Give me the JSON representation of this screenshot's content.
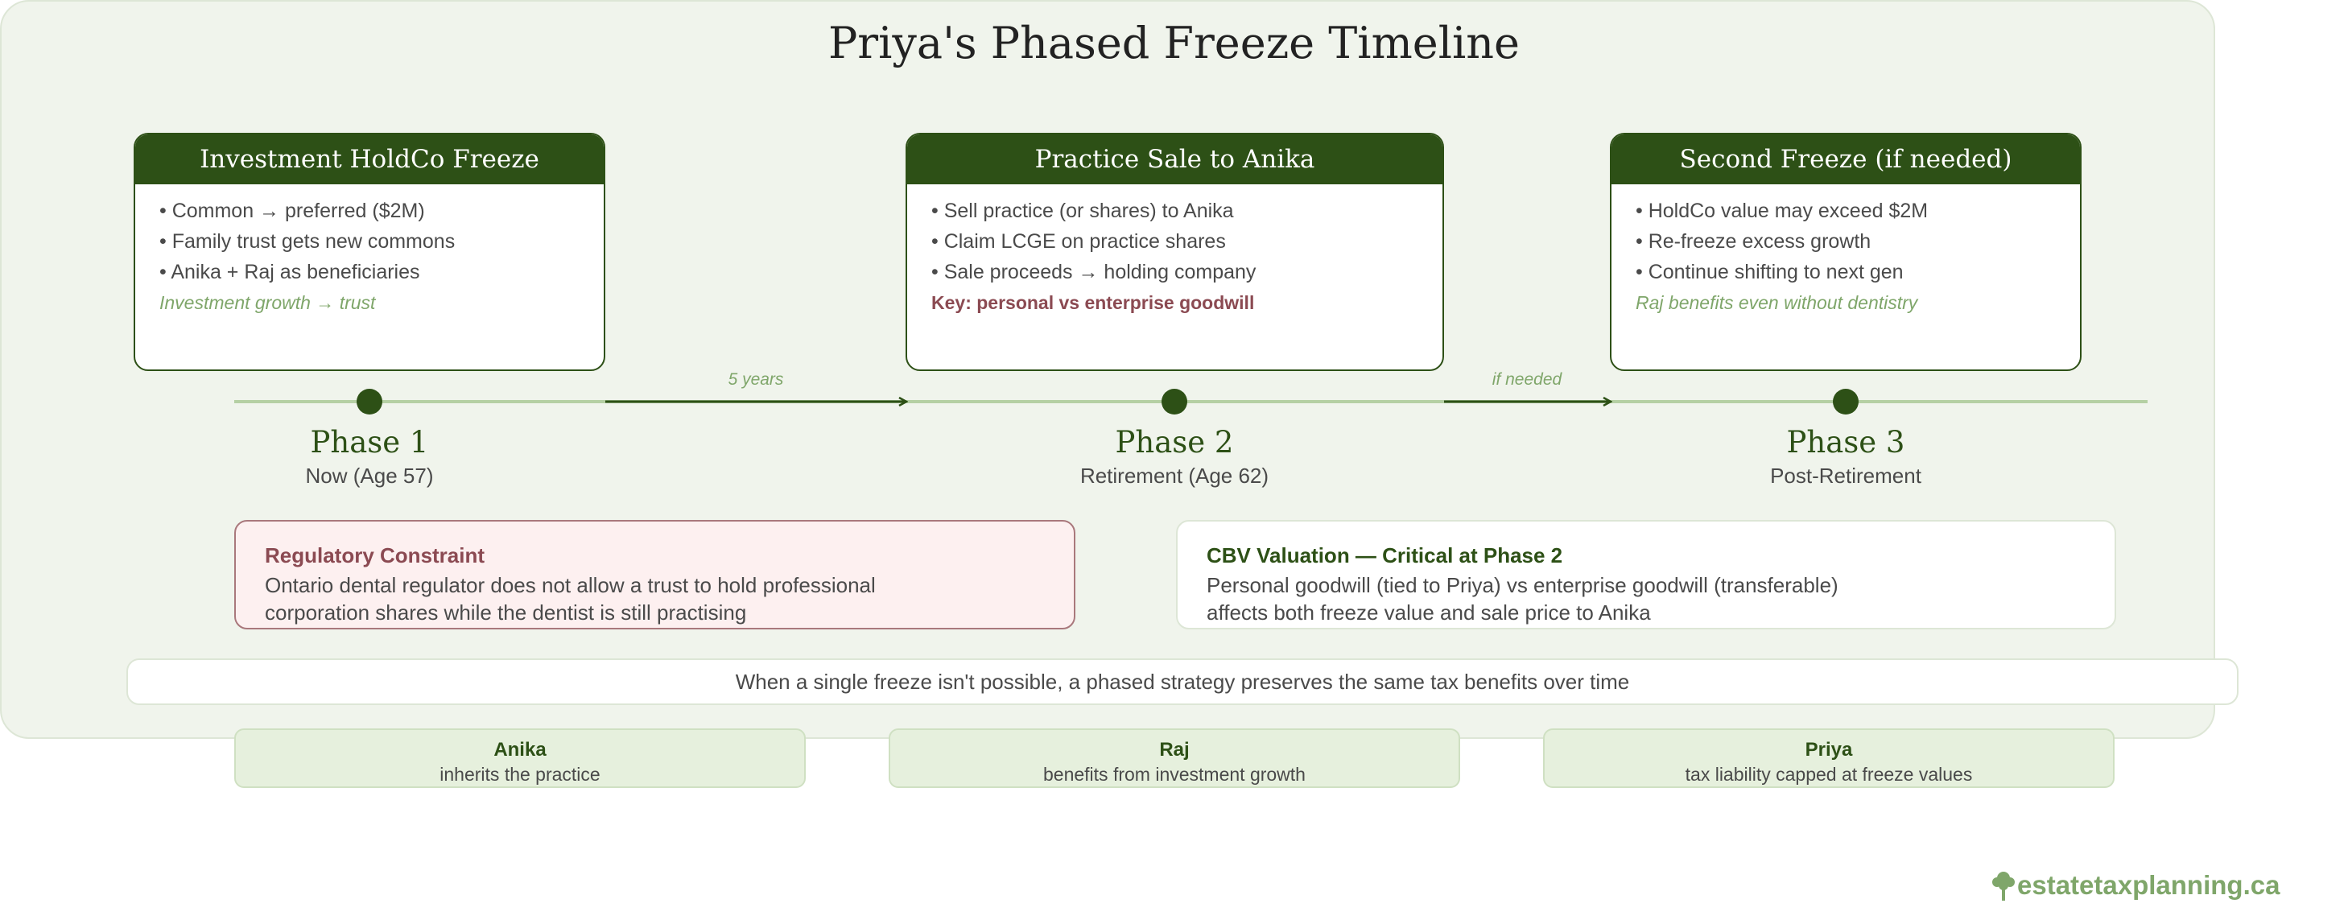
{
  "title": "Priya's Phased Freeze Timeline",
  "colors": {
    "primary_green": "#2d5016",
    "light_green": "#7fa66a",
    "panel_bg": "#f0f4ec",
    "warning_text": "#8b4a52",
    "warning_bg": "#fdf0f0"
  },
  "phases": [
    {
      "card_title": "Investment HoldCo Freeze",
      "bullets": [
        "• Common → preferred ($2M)",
        "• Family trust gets new commons",
        "• Anika + Raj as beneficiaries"
      ],
      "note": "Investment growth → trust",
      "name": "Phase 1",
      "subtitle": "Now (Age 57)"
    },
    {
      "card_title": "Practice Sale to Anika",
      "bullets": [
        "• Sell practice (or shares) to Anika",
        "• Claim LCGE on practice shares",
        "• Sale proceeds → holding company"
      ],
      "note": "Key: personal vs enterprise goodwill",
      "name": "Phase 2",
      "subtitle": "Retirement (Age 62)"
    },
    {
      "card_title": "Second Freeze (if needed)",
      "bullets": [
        "• HoldCo value may exceed $2M",
        "• Re-freeze excess growth",
        "• Continue shifting to next gen"
      ],
      "note": "Raj benefits even without dentistry",
      "name": "Phase 3",
      "subtitle": "Post-Retirement"
    }
  ],
  "transitions": [
    "5 years",
    "if needed"
  ],
  "regulatory": {
    "title": "Regulatory Constraint",
    "lines": [
      "Ontario dental regulator does not allow a trust to hold professional",
      "corporation shares while the dentist is still practising"
    ]
  },
  "valuation": {
    "title": "CBV Valuation — Critical at Phase 2",
    "lines": [
      "Personal goodwill (tied to Priya) vs enterprise goodwill (transferable)",
      "affects both freeze value and sale price to Anika"
    ]
  },
  "summary": "When a single freeze isn't possible, a phased strategy preserves the same tax benefits over time",
  "beneficiaries": [
    {
      "name": "Anika",
      "role": "inherits the practice"
    },
    {
      "name": "Raj",
      "role": "benefits from investment growth"
    },
    {
      "name": "Priya",
      "role": "tax liability capped at freeze values"
    }
  ],
  "brand": "estatetaxplanning.ca",
  "brand_icon": "tree-icon"
}
